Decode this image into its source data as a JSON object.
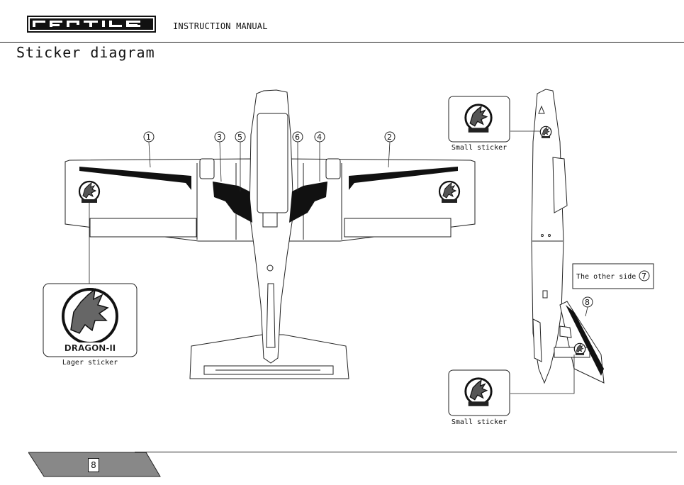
{
  "header": {
    "brand": "REPTILE",
    "doc_label": "INSTRUCTION MANUAL"
  },
  "page": {
    "title": "Sticker diagram",
    "number": "8"
  },
  "callouts": [
    "1",
    "2",
    "3",
    "4",
    "5",
    "6",
    "7",
    "8"
  ],
  "stickers": {
    "large_caption": "Lager sticker",
    "large_text": "DRAGON-II",
    "small_caption_top": "Small sticker",
    "small_caption_bottom": "Small sticker",
    "other_side": "The other side"
  }
}
